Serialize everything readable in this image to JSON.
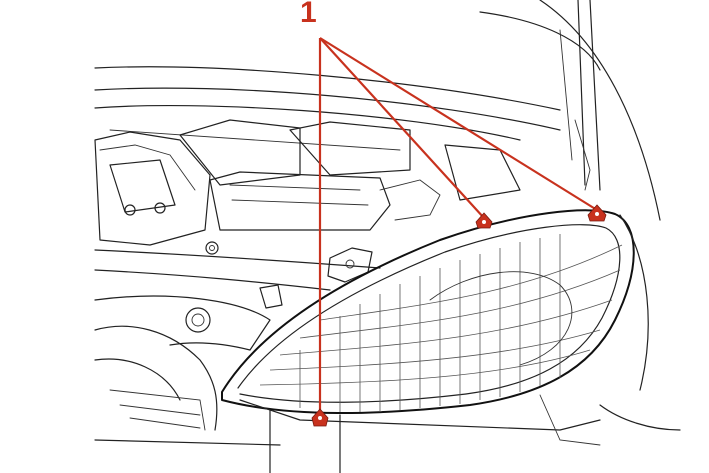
{
  "diagram": {
    "callout": {
      "label": "1",
      "color": "#c8321e",
      "targets": [
        "left-upper-headlamp-fastener",
        "right-upper-headlamp-fastener",
        "lower-headlamp-fastener"
      ]
    },
    "line_color": "#222222",
    "background": "#ffffff"
  }
}
